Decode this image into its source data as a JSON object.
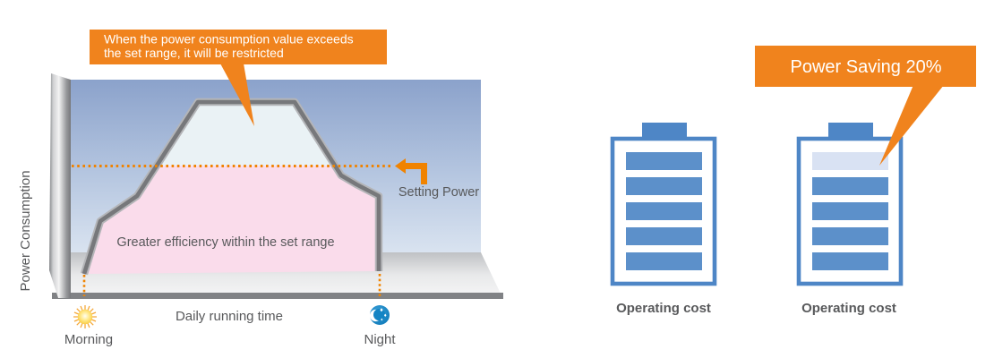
{
  "diagram": {
    "y_axis_label": "Power Consumption",
    "x_axis_label": "Daily running time",
    "morning_label": "Morning",
    "night_label": "Night",
    "callout_line1": "When the power consumption value exceeds",
    "callout_line2": "the set range, it will be restricted",
    "efficiency_label": "Greater efficiency within the set range",
    "setting_power_label": "Setting Power",
    "icons": {
      "morning": "sun-icon",
      "night": "moon-icon",
      "setting_power": "left-elbow-arrow-icon"
    }
  },
  "comparison": {
    "saving_callout_label": "Power Saving 20%",
    "batteries": [
      {
        "label": "Operating cost",
        "bars_total": 5,
        "bars_saved": 0
      },
      {
        "label": "Operating cost",
        "bars_total": 5,
        "bars_saved": 1
      }
    ]
  },
  "colors": {
    "accent_orange": "#F0831D",
    "dotted_line_orange": "#F08300",
    "battery_outline_blue": "#4E86C6",
    "battery_bar_blue": "#5C90CA",
    "saved_bar_light": "#D9E2F3",
    "efficiency_pink": "#FADCEB",
    "restricted_pale_blue": "#EAF2F5",
    "sky_top": "#8BA2CB",
    "sky_bottom": "#D9E3F0",
    "curve_gray": "#77787B",
    "text_gray": "#58595B"
  }
}
